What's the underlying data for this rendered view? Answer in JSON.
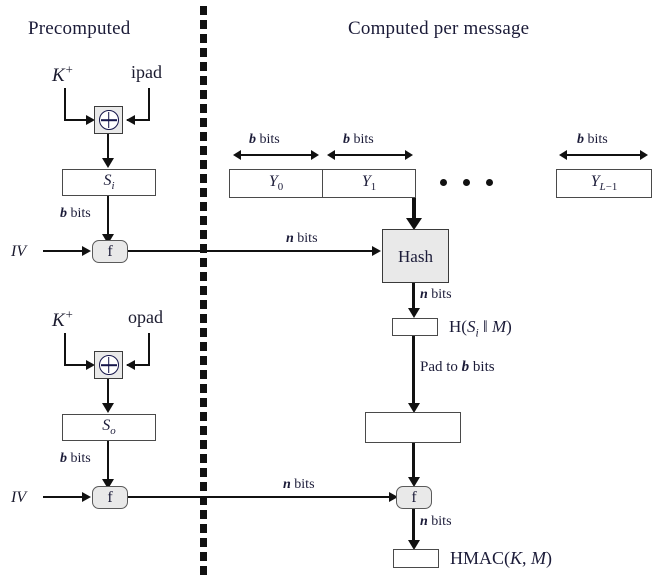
{
  "figure": {
    "titles": {
      "left": "Precomputed",
      "right": "Computed per message"
    },
    "divider": "vertical-dashed-separator"
  },
  "left_column": {
    "upper": {
      "key_label": "K+",
      "pad_label": "ipad",
      "xor_symbol": "⊕",
      "state_box": "Si",
      "bits_label": "b bits",
      "iv_label": "IV",
      "f_label": "f"
    },
    "lower": {
      "key_label": "K+",
      "pad_label": "opad",
      "xor_symbol": "⊕",
      "state_box": "So",
      "bits_label": "b bits",
      "iv_label": "IV",
      "f_label": "f"
    }
  },
  "right_column": {
    "blocks": [
      {
        "label": "Y0",
        "measure": "b bits"
      },
      {
        "label": "Y1",
        "measure": "b bits"
      },
      {
        "label": "YL-1",
        "measure": "b bits"
      }
    ],
    "ellipsis": "• • •",
    "hash_box": "Hash",
    "hash_input_bits": "n bits",
    "hash_output_bits": "n bits",
    "inner_digest_label": "H(Si || M)",
    "pad_label": "Pad to b bits",
    "padded_box": "",
    "final_f": "f",
    "final_f_input_bits": "n bits",
    "final_output_bits": "n bits",
    "output_label": "HMAC(K, M)"
  },
  "colors": {
    "line": "#111111",
    "text": "#1b1b38",
    "shaded_fill": "#e9e9e9",
    "box_border": "#4a4a4a",
    "background": "#ffffff"
  }
}
